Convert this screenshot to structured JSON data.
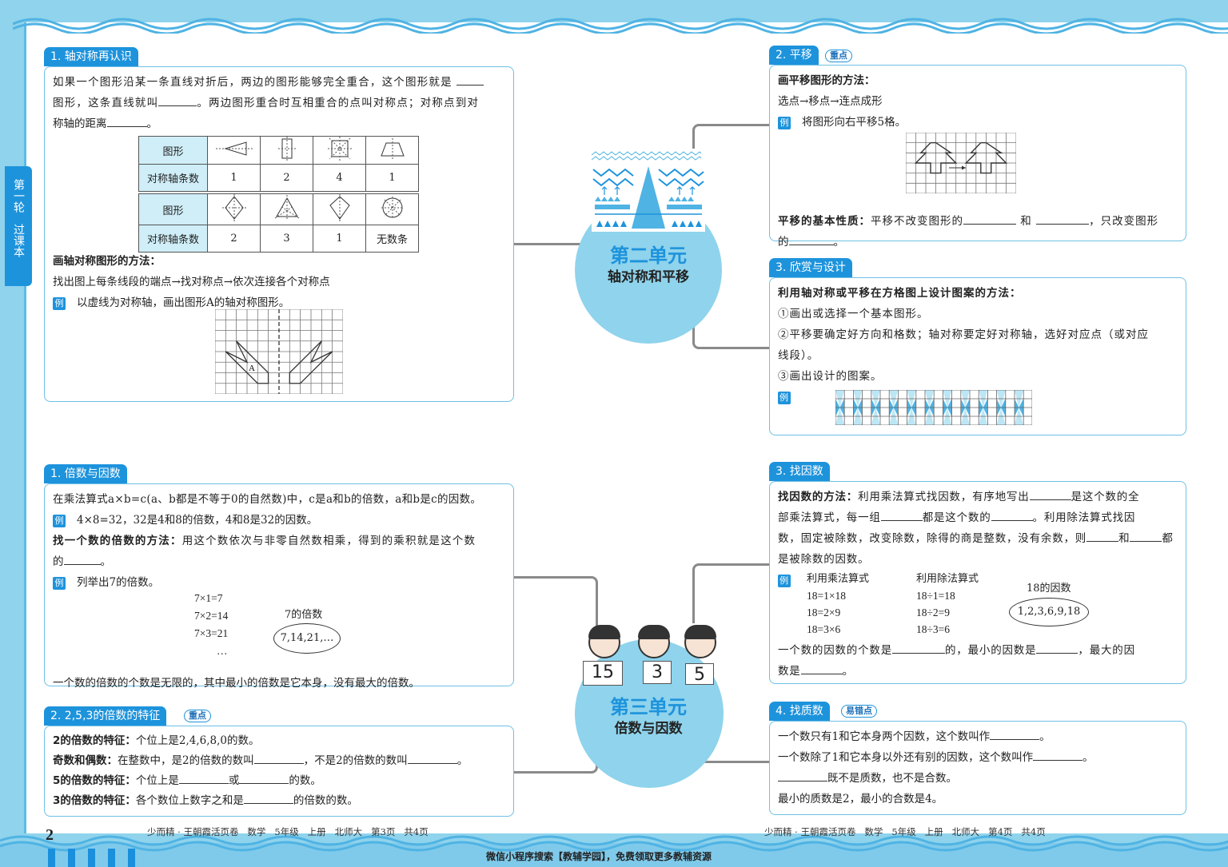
{
  "side_tab": {
    "line1": "第一轮",
    "line2": "过课本"
  },
  "unit2": {
    "title": "第二单元",
    "subtitle": "轴对称和平移",
    "sections": {
      "s1": {
        "tag": "1. 轴对称再认识",
        "p1a": "如果一个图形沿某一条直线对折后，两边的图形能够完全重合，这个图形就是",
        "p1b": "图形，这条直线就叫",
        "p1c": "。两边图形重合时互相重合的点叫对称点；对称点到对",
        "p1d": "称轴的距离",
        "p1e": "。",
        "table": {
          "row_label_shape": "图形",
          "row_label_count": "对称轴条数",
          "row1_shapes": [
            "triangle-icon",
            "rectangle-icon",
            "square-icon",
            "trapezoid-icon"
          ],
          "row1_counts": [
            "1",
            "2",
            "4",
            "1"
          ],
          "row2_shapes": [
            "rhombus-icon",
            "equilateral-triangle-icon",
            "kite-icon",
            "circle-icon"
          ],
          "row2_counts": [
            "2",
            "3",
            "1",
            "无数条"
          ]
        },
        "method_title": "画轴对称图形的方法：",
        "method_text": "找出图上每条线段的端点→找对称点→依次连接各个对称点",
        "example_label": "例",
        "example_text": "以虚线为对称轴，画出图形A的轴对称图形。",
        "figure_label": "A"
      },
      "s2": {
        "tag": "2. 平移",
        "badge": "重点",
        "method_title": "画平移图形的方法：",
        "method_text": "选点→移点→连点成形",
        "example_label": "例",
        "example_text": "将图形向右平移5格。",
        "prop_title": "平移的基本性质：",
        "prop_a": "平移不改变图形的",
        "prop_b": "和",
        "prop_c": "，只改变图形",
        "prop_d": "的",
        "prop_e": "。"
      },
      "s3": {
        "tag": "3. 欣赏与设计",
        "title": "利用轴对称或平移在方格图上设计图案的方法：",
        "step1": "①画出或选择一个基本图形。",
        "step2a": "②平移要确定好方向和格数；轴对称要定好对称轴，选好对应点（或对应",
        "step2b": "线段）。",
        "step3": "③画出设计的图案。",
        "example_label": "例"
      }
    }
  },
  "unit3": {
    "title": "第三单元",
    "subtitle": "倍数与因数",
    "signs": [
      "15",
      "3",
      "5"
    ],
    "sections": {
      "s1": {
        "tag": "1. 倍数与因数",
        "def": "在乘法算式a×b=c(a、b都是不等于0的自然数)中，c是a和b的倍数，a和b是c的因数。",
        "ex1_label": "例",
        "ex1_text": "4×8=32，32是4和8的倍数，4和8是32的因数。",
        "method_title": "找一个数的倍数的方法：",
        "method_text": "用这个数依次与非零自然数相乘，得到的乘积就是这个数",
        "method_text2a": "的",
        "method_text2b": "。",
        "ex2_label": "例",
        "ex2_text": "列举出7的倍数。",
        "equations": [
          "7×1=7",
          "7×2=14",
          "7×3=21",
          "…"
        ],
        "multiples_label": "7的倍数",
        "multiples_value": "7,14,21,…",
        "conclusion": "一个数的倍数的个数是无限的，其中最小的倍数是它本身，没有最大的倍数。"
      },
      "s2": {
        "tag": "2. 2,5,3的倍数的特征",
        "badge": "重点",
        "l1_title": "2的倍数的特征：",
        "l1_text": "个位上是2,4,6,8,0的数。",
        "l2_title": "奇数和偶数：",
        "l2_a": "在整数中，是2的倍数的数叫",
        "l2_b": "，不是2的倍数的数叫",
        "l2_c": "。",
        "l3_title": "5的倍数的特征：",
        "l3_a": "个位上是",
        "l3_b": "或",
        "l3_c": "的数。",
        "l4_title": "3的倍数的特征：",
        "l4_a": "各个数位上数字之和是",
        "l4_b": "的倍数的数。"
      },
      "s3": {
        "tag": "3. 找因数",
        "method_title": "找因数的方法：",
        "m_a": "利用乘法算式找因数，有序地写出",
        "m_b": "是这个数的全",
        "m_c": "部乘法算式，每一组",
        "m_d": "都是这个数的",
        "m_e": "。利用除法算式找因",
        "m_f": "数，固定被除数，改变除数，除得的商是整数，没有余数，则",
        "m_g": "和",
        "m_h": "都",
        "m_i": "是被除数的因数。",
        "example_label": "例",
        "mult_header": "利用乘法算式",
        "mult_rows": [
          "18=1×18",
          "18=2×9",
          "18=3×6"
        ],
        "div_header": "利用除法算式",
        "div_rows": [
          "18÷1=18",
          "18÷2=9",
          "18÷3=6"
        ],
        "factors_label": "18的因数",
        "factors_value": "1,2,3,6,9,18",
        "c_a": "一个数的因数的个数是",
        "c_b": "的，最小的因数是",
        "c_c": "，最大的因",
        "c_d": "数是",
        "c_e": "。"
      },
      "s4": {
        "tag": "4. 找质数",
        "badge": "易错点",
        "l1a": "一个数只有1和它本身两个因数，这个数叫作",
        "l1b": "。",
        "l2a": "一个数除了1和它本身以外还有别的因数，这个数叫作",
        "l2b": "。",
        "l3": "既不是质数，也不是合数。",
        "l4": "最小的质数是2，最小的合数是4。"
      }
    }
  },
  "footer": {
    "page_number": "2",
    "left": "少而精 · 王朝霞活页卷   数学   5年级   上册   北师大   第3页   共4页",
    "right": "少而精 · 王朝霞活页卷   数学   5年级   上册   北师大   第4页   共4页",
    "promo": "微信小程序搜索【教辅学园】，免费领取更多教辅资源"
  },
  "colors": {
    "accent": "#1d93dc",
    "border": "#6fc0e4",
    "background": "#8fd3ec",
    "header_cell": "#cfeef8"
  }
}
